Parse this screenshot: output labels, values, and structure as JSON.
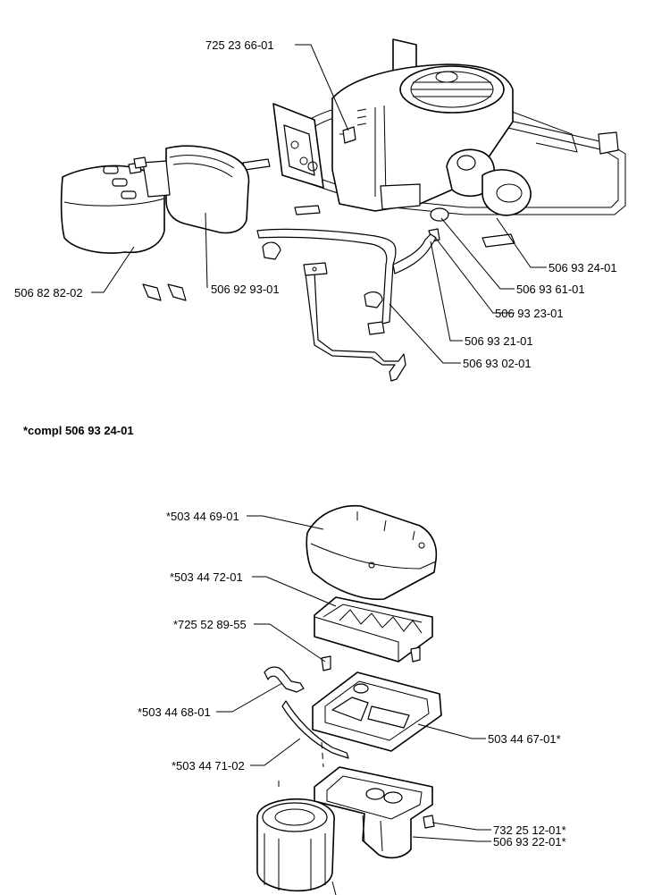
{
  "labels": {
    "top": {
      "p725236601": "725 23 66-01",
      "p506828202": "506 82 82-02",
      "p506929301": "506 92 93-01",
      "p506932401": "506 93 24-01",
      "p506936101": "506 93 61-01",
      "p506932301": "506 93 23-01",
      "p506932101": "506 93 21-01",
      "p506930201": "506 93 02-01"
    },
    "note": "*compl 506 93 24-01",
    "bottom": {
      "p503446901": "*503 44 69-01",
      "p503447201": "*503 44 72-01",
      "p725528955": "*725 52 89-55",
      "p503446801": "*503 44 68-01",
      "p503447102": "*503 44 71-02",
      "p503446701": "503 44 67-01*",
      "p732251201": "732 25 12-01*",
      "p506932201": "506 93 22-01*"
    }
  }
}
